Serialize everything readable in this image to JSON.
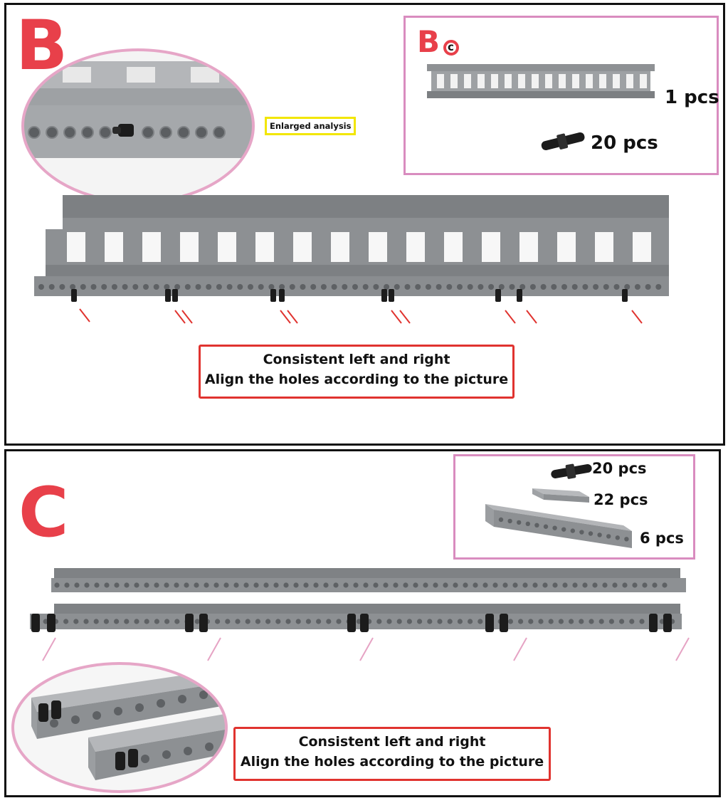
{
  "step_b": {
    "letter": "B",
    "enlarged_label": "Enlarged analysis",
    "parts_box": {
      "header_letter": "B",
      "header_small": "c",
      "rail_qty": "1 pcs",
      "pin_qty": "20 pcs"
    },
    "instruction": {
      "line1": "Consistent left and right",
      "line2": "Align the holes according to the picture"
    }
  },
  "step_c": {
    "letter": "C",
    "parts_box": {
      "pin_qty": "20 pcs",
      "tile_qty": "22 pcs",
      "beam_qty": "6 pcs"
    },
    "instruction": {
      "line1": "Consistent left and right",
      "line2": "Align the holes according to the picture"
    }
  },
  "colors": {
    "accent_red": "#e8404a",
    "callout_border": "#e0332f",
    "parts_border": "#d98cbf",
    "enlarged_border": "#f2e600",
    "brick_gray": "#8a8d90",
    "pin_black": "#1c1c1c"
  },
  "icons": {
    "arrow_b": "red-arrow-icon",
    "arrow_c": "pink-arrow-icon"
  }
}
